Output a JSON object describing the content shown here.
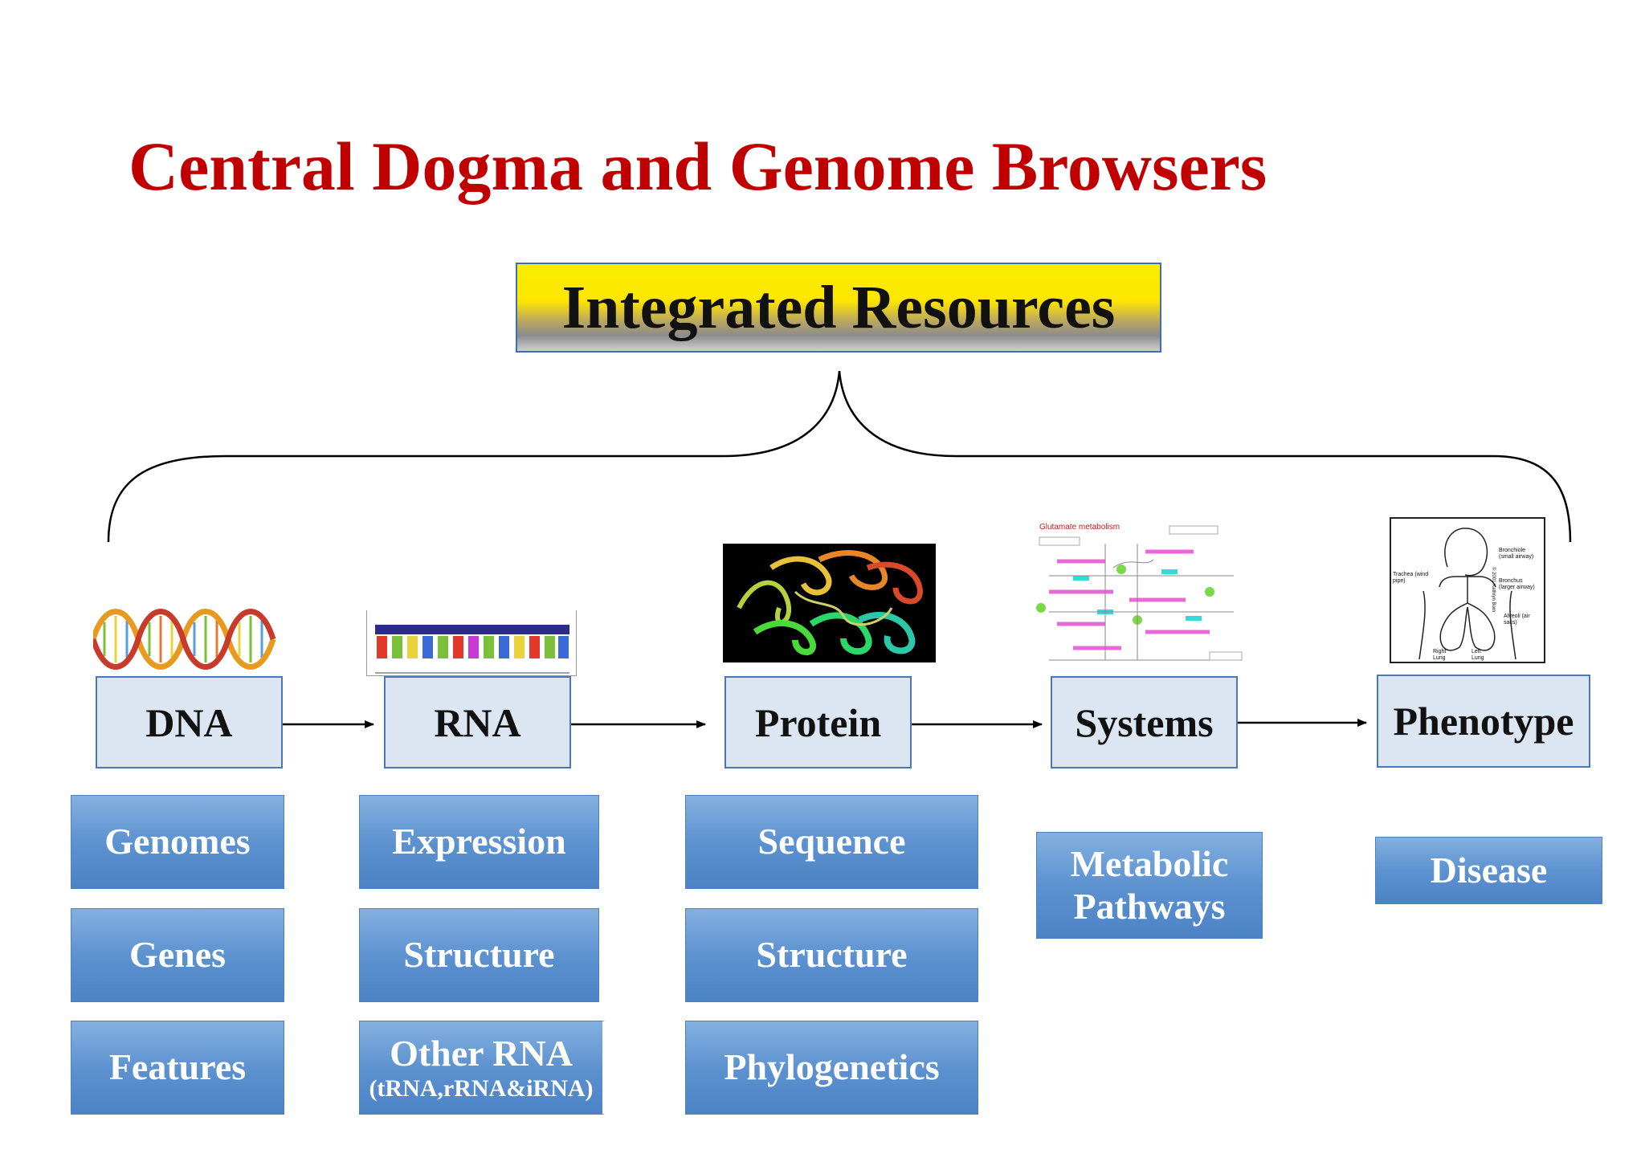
{
  "title": "Central Dogma and Genome Browsers",
  "integrated": "Integrated Resources",
  "stages": [
    {
      "label": "DNA"
    },
    {
      "label": "RNA"
    },
    {
      "label": "Protein"
    },
    {
      "label": "Systems"
    },
    {
      "label": "Phenotype"
    }
  ],
  "resources": {
    "dna": [
      "Genomes",
      "Genes",
      "Features"
    ],
    "rna": [
      "Expression",
      "Structure",
      "Other RNA",
      "(tRNA,rRNA&iRNA)"
    ],
    "protein": [
      "Sequence",
      "Structure",
      "Phylogenetics"
    ],
    "systems": [
      "Metabolic",
      "Pathways"
    ],
    "phenotype": [
      "Disease"
    ]
  },
  "images": {
    "pathway_title": "Glutamate metabolism",
    "anatomy_labels": [
      "Trachea (wind pipe)",
      "Bronchiole (small airway)",
      "Bronchus (larger airway)",
      "Alveoli (air sacs)",
      "Right Lung",
      "Left Lung"
    ],
    "anatomy_copyright": "© 2001 Kathryn Born"
  },
  "colors": {
    "title": "#c00000",
    "stage_fill": "#dce6f3",
    "stage_border": "#4a78b5",
    "resource_fill": "#5d92d0"
  }
}
